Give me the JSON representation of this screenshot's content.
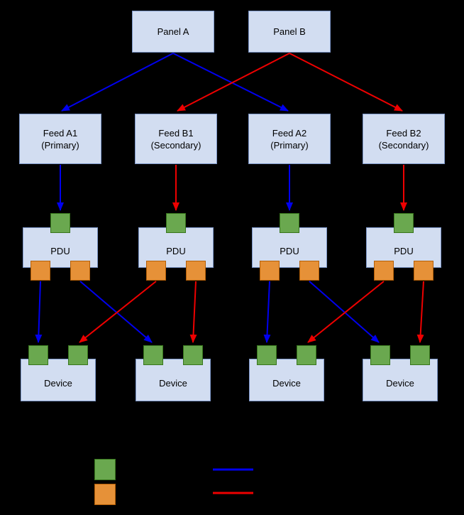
{
  "diagram": {
    "panels": [
      {
        "id": "panel-a",
        "label": "Panel A"
      },
      {
        "id": "panel-b",
        "label": "Panel B"
      }
    ],
    "feeds": [
      {
        "id": "feed-a1",
        "label": "Feed A1",
        "sublabel": "(Primary)"
      },
      {
        "id": "feed-b1",
        "label": "Feed B1",
        "sublabel": "(Secondary)"
      },
      {
        "id": "feed-a2",
        "label": "Feed A2",
        "sublabel": "(Primary)"
      },
      {
        "id": "feed-b2",
        "label": "Feed B2",
        "sublabel": "(Secondary)"
      }
    ],
    "pdus": [
      {
        "label": "PDU"
      },
      {
        "label": "PDU"
      },
      {
        "label": "PDU"
      },
      {
        "label": "PDU"
      }
    ],
    "devices": [
      {
        "label": "Device"
      },
      {
        "label": "Device"
      },
      {
        "label": "Device"
      },
      {
        "label": "Device"
      }
    ]
  },
  "legend": {
    "swatches": [
      {
        "name": "input-port-swatch",
        "color": "#6aa84f"
      },
      {
        "name": "output-port-swatch",
        "color": "#e69138"
      }
    ],
    "lines": [
      {
        "name": "primary-path-line",
        "color": "#0000ee"
      },
      {
        "name": "secondary-path-line",
        "color": "#ee0000"
      }
    ]
  },
  "colors": {
    "background": "#000000",
    "node_fill": "#d2ddf1",
    "node_border": "#7d97c9",
    "input_port_fill": "#6aa84f",
    "input_port_border": "#38761d",
    "output_port_fill": "#e69138",
    "output_port_border": "#b45f06",
    "primary_edge": "#0000ee",
    "secondary_edge": "#ee0000",
    "text": "#000000"
  }
}
